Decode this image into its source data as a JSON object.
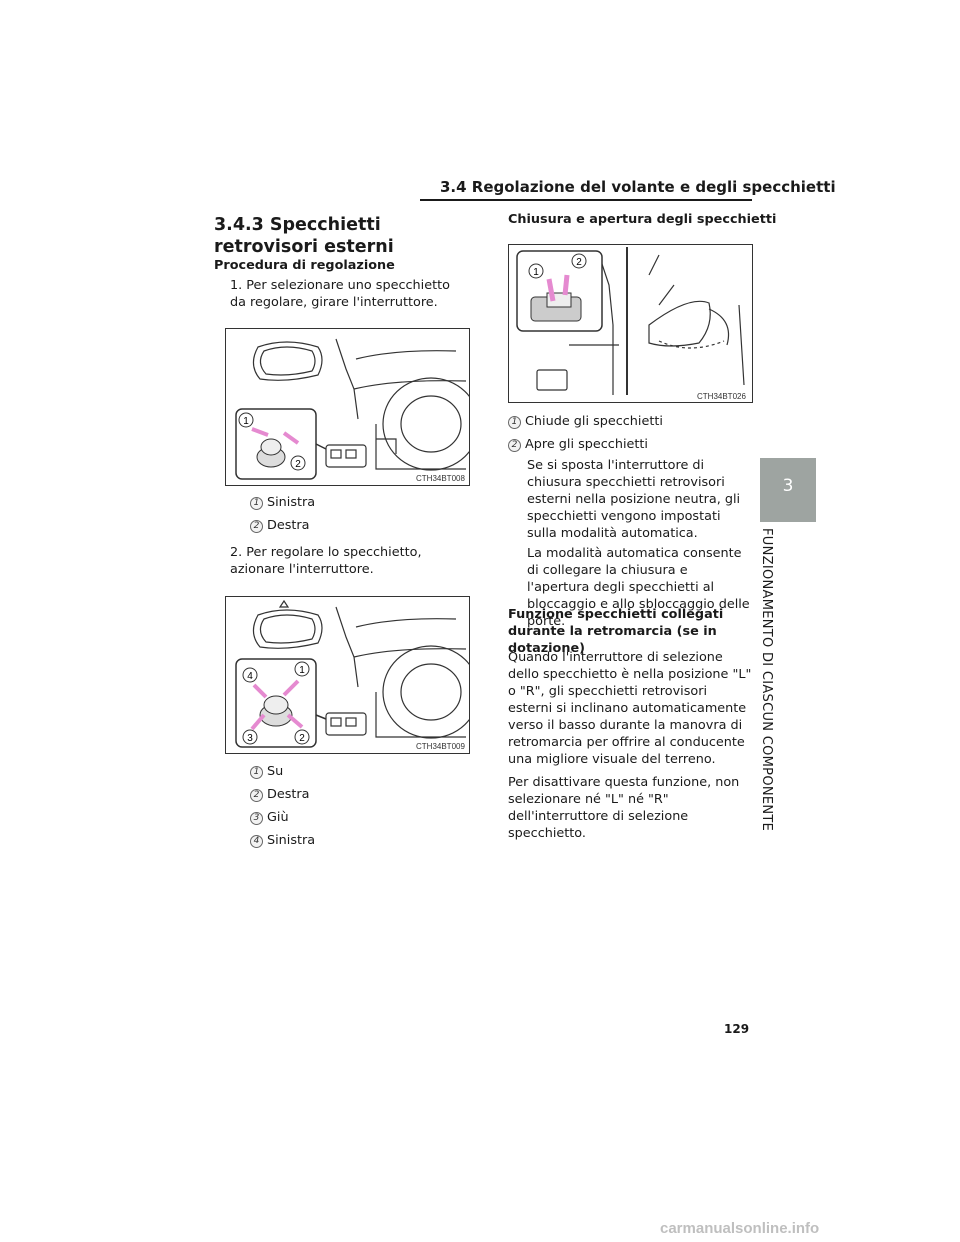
{
  "header": {
    "title": "3.4  Regolazione del volante e degli specchietti"
  },
  "section": {
    "title": "3.4.3  Specchietti retrovisori esterni"
  },
  "left": {
    "subhead": "Procedura di regolazione",
    "step1": "1. Per selezionare uno specchietto da regolare, girare l'interruttore.",
    "fig1": {
      "code": "CTH34BT008",
      "callouts": [
        "1",
        "2"
      ]
    },
    "legend1": [
      {
        "num": "1",
        "label": "Sinistra"
      },
      {
        "num": "2",
        "label": "Destra"
      }
    ],
    "step2": "2. Per regolare lo specchietto, azionare l'interruttore.",
    "fig2": {
      "code": "CTH34BT009",
      "callouts": [
        "1",
        "2",
        "3",
        "4"
      ]
    },
    "legend2": [
      {
        "num": "1",
        "label": "Su"
      },
      {
        "num": "2",
        "label": "Destra"
      },
      {
        "num": "3",
        "label": "Giù"
      },
      {
        "num": "4",
        "label": "Sinistra"
      }
    ]
  },
  "right": {
    "subhead": "Chiusura e apertura degli specchietti",
    "fig3": {
      "code": "CTH34BT026",
      "callouts": [
        "1",
        "2"
      ]
    },
    "legend3": [
      {
        "num": "1",
        "label": "Chiude gli specchietti"
      },
      {
        "num": "2",
        "label": "Apre gli specchietti"
      }
    ],
    "para1": "Se si sposta l'interruttore di chiusura specchietti retrovisori esterni nella posizione neutra, gli specchietti vengono impostati sulla modalità automatica.",
    "para2": "La modalità automatica consente di collegare la chiusura e l'apertura degli specchietti al bloccaggio e allo sbloccaggio delle porte.",
    "subhead2": "Funzione specchietti collegati durante la retromarcia (se in dotazione)",
    "para3": "Quando l'interruttore di selezione dello specchietto è nella posizione \"L\" o \"R\", gli specchietti retrovisori esterni si inclinano automaticamente verso il basso durante la manovra di retromarcia per offrire al conducente una migliore visuale del terreno.",
    "para4": "Per disattivare questa funzione, non selezionare né \"L\" né \"R\" dell'interruttore di selezione specchietto."
  },
  "chapter": {
    "number": "3",
    "label": "FUNZIONAMENTO DI CIASCUN COMPONENTE"
  },
  "page_number": "129",
  "watermark": "carmanualsonline.info",
  "colors": {
    "callout_arrow": "#e58ad0",
    "tab": "#9ea4a1"
  }
}
